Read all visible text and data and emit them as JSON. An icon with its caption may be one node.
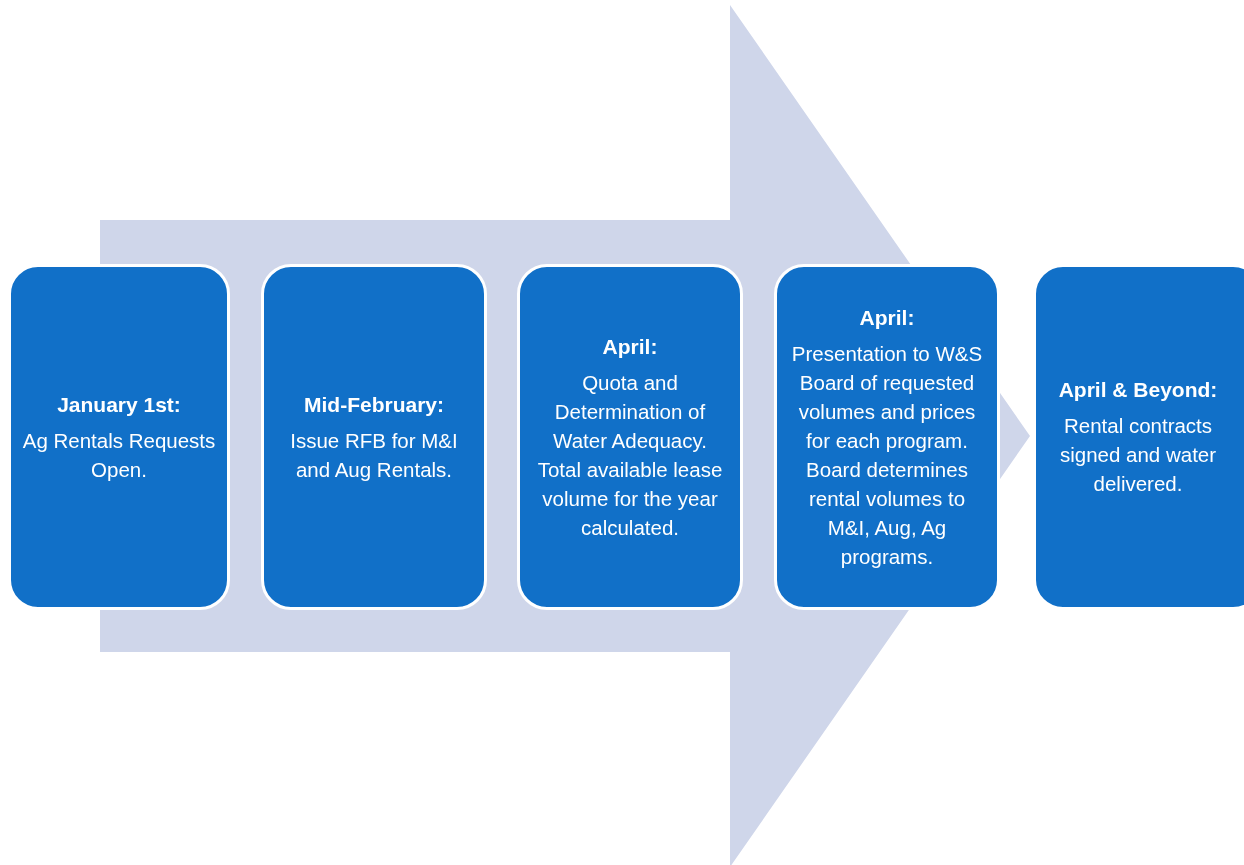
{
  "diagram": {
    "nodes": [
      {
        "text": [
          "January 1st:",
          "Ag Rentals Requests Open."
        ]
      },
      {
        "text": [
          "Mid-February:",
          "Issue RFB for M&I and Aug Rentals."
        ]
      },
      {
        "text": [
          "April:",
          "Quota and Determination of Water Adequacy. Total available lease volume for the year calculated."
        ]
      },
      {
        "text": [
          "April:",
          "Presentation to W&S Board of requested volumes and prices for each program. Board determines rental volumes to M&I, Aug, Ag programs."
        ]
      },
      {
        "text": [
          "April & Beyond:",
          "Rental contracts signed and water delivered."
        ]
      }
    ],
    "edges": [
      {
        "from": 0,
        "to": 4,
        "arrow": "to"
      }
    ]
  }
}
